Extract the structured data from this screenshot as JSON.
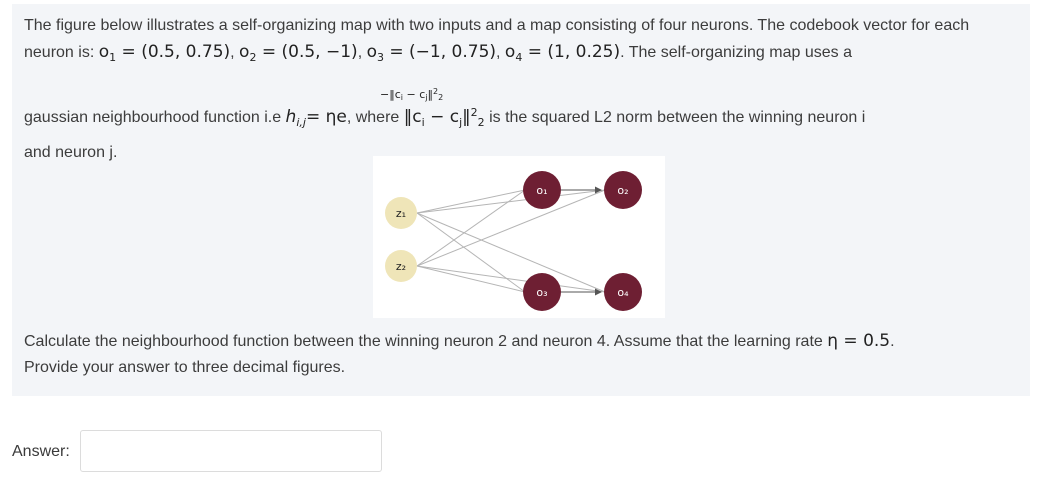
{
  "question": {
    "intro": "The figure below illustrates a self-organizing map with two inputs and a map consisting of four neurons. The codebook vector for each neuron is:",
    "codebook": [
      {
        "name": "o",
        "index": "1",
        "value": "(0.5, 0.75)"
      },
      {
        "name": "o",
        "index": "2",
        "value": "(0.5, −1)"
      },
      {
        "name": "o",
        "index": "3",
        "value": "(−1, 0.75)"
      },
      {
        "name": "o",
        "index": "4",
        "value": "(1, 0.25)"
      }
    ],
    "after_codebook": ". The self-organizing map uses a",
    "gaussian_text": "gaussian neighbourhood function i.e",
    "h_symbol": "h",
    "h_sub": "i,j",
    "eq_rhs": "= ηe",
    "exponent": "−‖c",
    "exponent_sub_i": "i",
    "exponent_mid": " − c",
    "exponent_sub_j": "j",
    "exponent_end": "‖",
    "exponent_sup": "2",
    "exponent_sub2": "2",
    "where_text": ", where",
    "norm_left": "‖c",
    "norm_sub_i": "i",
    "norm_mid": " − c",
    "norm_sub_j": "j",
    "norm_right": "‖",
    "norm_sup": "2",
    "norm_sub": "2",
    "norm_desc": " is the squared L2 norm between the winning neuron i",
    "line3": "and neuron j.",
    "calc_text": "Calculate the neighbourhood function between the winning neuron 2 and neuron 4. Assume that the learning rate",
    "eta_value": "η = 0.5",
    "calc_end": ".",
    "provide_text": "Provide your answer to three decimal figures."
  },
  "figure": {
    "inputs": [
      "z₁",
      "z₂"
    ],
    "outputs": [
      "o₁",
      "o₂",
      "o₃",
      "o₄"
    ],
    "input_color": "#efe5b8",
    "output_color": "#6e1f33",
    "edge_color": "#b5b5b5"
  },
  "answer": {
    "label": "Answer:",
    "value": "",
    "placeholder": ""
  }
}
